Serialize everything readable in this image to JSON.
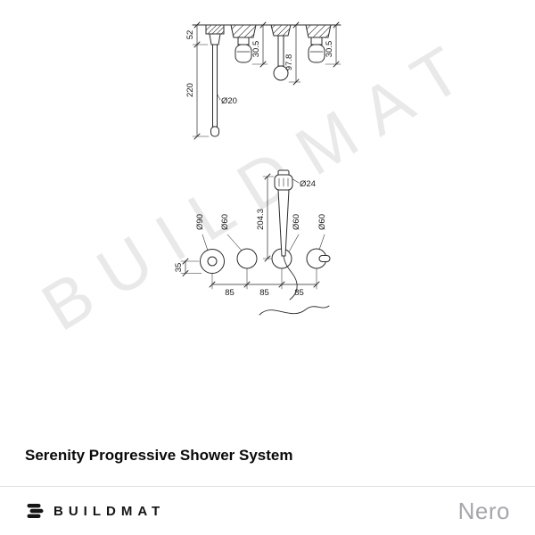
{
  "watermark": "BUILDMAT",
  "product_title": "Serenity Progressive Shower System",
  "footer": {
    "brand": "BUILDMAT",
    "logo_icon": "buildmat-layers-icon",
    "partner_brand": "Nero"
  },
  "drawing": {
    "side_view": {
      "trim_height": "52",
      "spout_drop_length": "220",
      "spout_outlet_diameter": "Ø20",
      "left_handle_projection": "30.5",
      "handshower_projection": "97.8",
      "right_handle_projection": "30.5"
    },
    "front_view": {
      "handshower_diameter": "Ø24",
      "handshower_length": "204.3",
      "plate_diameters": [
        "Ø90",
        "Ø60",
        "Ø60",
        "Ø60"
      ],
      "plate_offset": "35",
      "plate_spacings": [
        "85",
        "85",
        "85"
      ]
    }
  }
}
